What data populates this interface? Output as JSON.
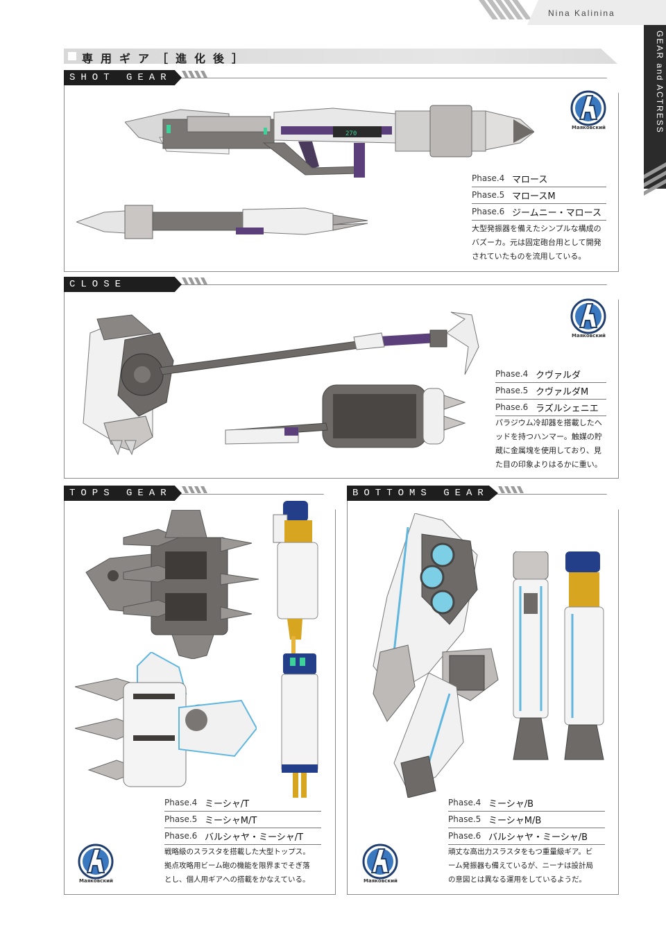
{
  "header": {
    "name": "Nina Kalinina",
    "side_tab": "GEAR and ACTRESS"
  },
  "page_title": "専用ギア［進化後］",
  "colors": {
    "frame": "#8a8a8a",
    "label_bg": "#1e1e1e",
    "logo_blue": "#3a78c0",
    "gear_grey": "#6e6a68",
    "gear_purple": "#5b3f7a"
  },
  "logo": {
    "caption": "Маяковский",
    "icon": "mayakovsky-logo-icon"
  },
  "sections": {
    "shot": {
      "label": "SHOT GEAR",
      "phases": [
        {
          "phase": "Phase.4",
          "name": "マロース"
        },
        {
          "phase": "Phase.5",
          "name": "マロースM"
        },
        {
          "phase": "Phase.6",
          "name": "ジームニー・マロース"
        }
      ],
      "description_lines": [
        "大型発振器を備えたシンプルな構成の",
        "バズーカ。元は固定砲台用として開発",
        "されていたものを流用している。"
      ],
      "counter": "270"
    },
    "close": {
      "label": "CLOSE GEAR",
      "phases": [
        {
          "phase": "Phase.4",
          "name": "クヴァルダ"
        },
        {
          "phase": "Phase.5",
          "name": "クヴァルダM"
        },
        {
          "phase": "Phase.6",
          "name": "ラズルシェニエ"
        }
      ],
      "description_lines": [
        "パラジウム冷却器を搭載したへ",
        "ッドを持つハンマー。触媒の貯",
        "蔵に金属塊を使用しており、見",
        "た目の印象よりはるかに重い。"
      ]
    },
    "tops": {
      "label": "TOPS GEAR",
      "phases": [
        {
          "phase": "Phase.4",
          "name": "ミーシャ/T"
        },
        {
          "phase": "Phase.5",
          "name": "ミーシャM/T"
        },
        {
          "phase": "Phase.6",
          "name": "バルシャヤ・ミーシャ/T"
        }
      ],
      "description_lines": [
        "戦略級のスラスタを搭載した大型トップス。",
        "拠点攻略用ビーム砲の機能を限界までそぎ落",
        "とし、個人用ギアへの搭載をかなえている。"
      ]
    },
    "bottoms": {
      "label": "BOTTOMS GEAR",
      "phases": [
        {
          "phase": "Phase.4",
          "name": "ミーシャ/B"
        },
        {
          "phase": "Phase.5",
          "name": "ミーシャM/B"
        },
        {
          "phase": "Phase.6",
          "name": "バルシャヤ・ミーシャ/B"
        }
      ],
      "description_lines": [
        "頑丈な高出力スラスタをもつ重量級ギア。ビ",
        "ーム発振器も備えているが、ニーナは設計局",
        "の意図とは異なる運用をしているようだ。"
      ]
    }
  }
}
